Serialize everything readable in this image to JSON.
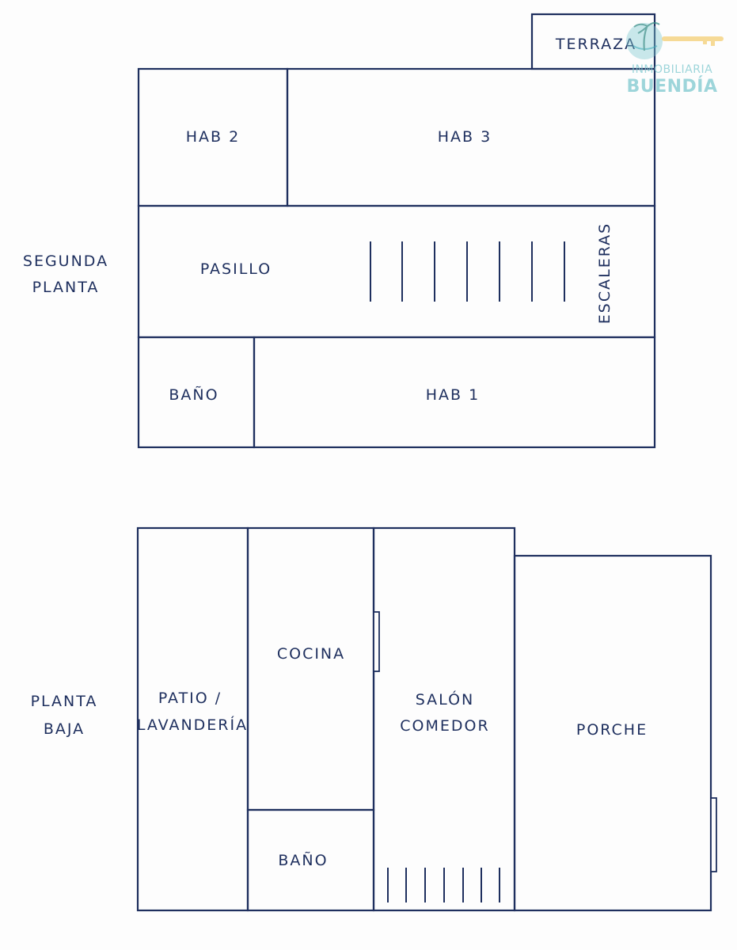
{
  "colors": {
    "ink": "#1e2f5e",
    "logo_teal": "#7ec8cf",
    "logo_gold": "#f2c75c"
  },
  "upper_floor": {
    "label_line1": "SEGUNDA",
    "label_line2": "PLANTA",
    "rooms": {
      "terraza": "TERRAZA",
      "hab2": "HAB 2",
      "hab3": "HAB 3",
      "pasillo": "PASILLO",
      "escaleras": "ESCALERAS",
      "bano": "BAÑO",
      "hab1": "HAB 1"
    }
  },
  "ground_floor": {
    "label_line1": "PLANTA",
    "label_line2": "BAJA",
    "rooms": {
      "patio_line1": "PATIO /",
      "patio_line2": "LAVANDERÍA",
      "cocina": "COCINA",
      "bano": "BAÑO",
      "salon_line1": "SALÓN",
      "salon_line2": "COMEDOR",
      "porche": "PORCHE"
    }
  },
  "logo": {
    "icon": "palm-key-icon",
    "line1": "INMOBILIARIA",
    "line2": "BUENDÍA"
  }
}
